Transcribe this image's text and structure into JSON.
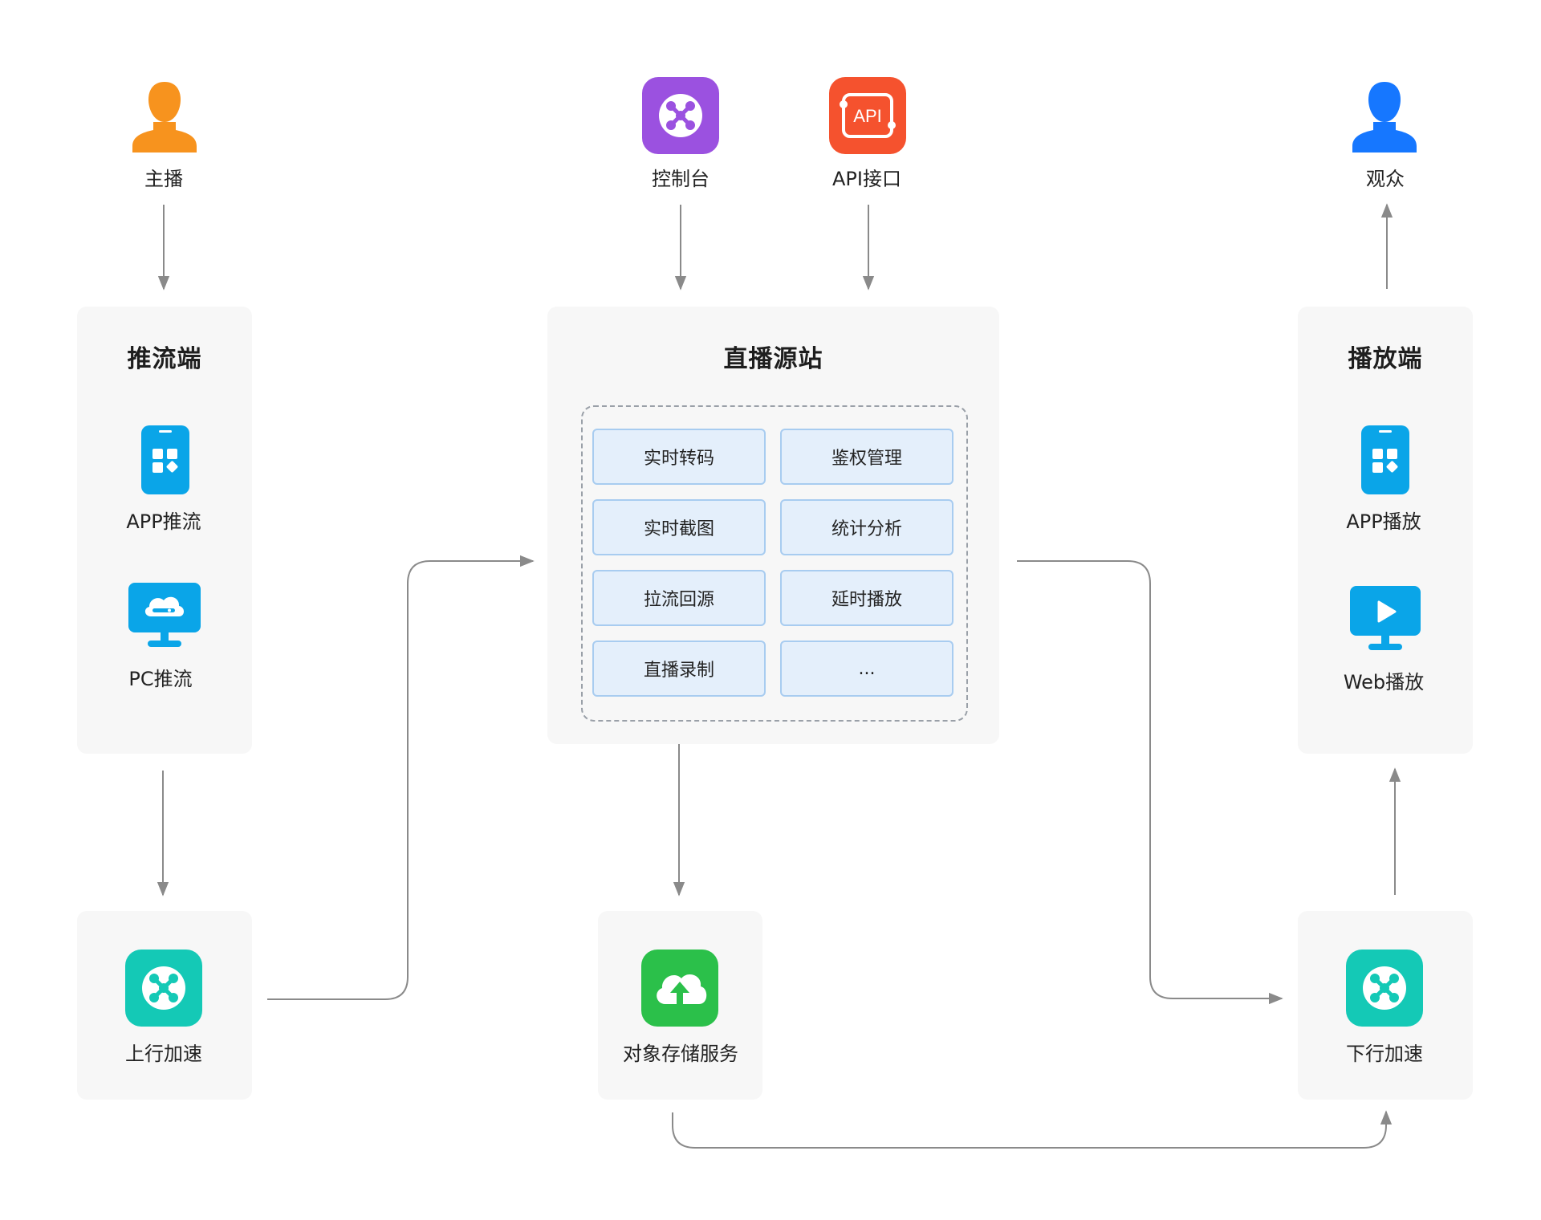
{
  "actors": {
    "streamer": "主播",
    "console": "控制台",
    "api": "API接口",
    "viewer": "观众"
  },
  "push_panel": {
    "title": "推流端",
    "app": "APP推流",
    "pc": "PC推流"
  },
  "origin_panel": {
    "title": "直播源站",
    "features": [
      "实时转码",
      "鉴权管理",
      "实时截图",
      "统计分析",
      "拉流回源",
      "延时播放",
      "直播录制",
      "..."
    ]
  },
  "play_panel": {
    "title": "播放端",
    "app": "APP播放",
    "web": "Web播放"
  },
  "bottom": {
    "upload": "上行加速",
    "storage": "对象存储服务",
    "download": "下行加速"
  },
  "icons": {
    "streamer": "person-icon",
    "viewer": "person-icon",
    "console": "network-node-icon",
    "api": "api-icon",
    "app_push": "mobile-app-icon",
    "pc_push": "monitor-cloud-icon",
    "app_play": "mobile-app-icon",
    "web_play": "monitor-play-icon",
    "upload": "network-node-icon",
    "storage": "cloud-upload-icon",
    "download": "network-node-icon"
  },
  "colors": {
    "streamer": "#f7931e",
    "viewer": "#1677ff",
    "console": "#9b51e0",
    "api": "#f5522e",
    "device": "#0aa5e8",
    "accel": "#14c9b6",
    "storage": "#2bc04a",
    "feature_fill": "#e4effb",
    "feature_border": "#a8ccf0",
    "arrow": "#8a8a8a"
  }
}
